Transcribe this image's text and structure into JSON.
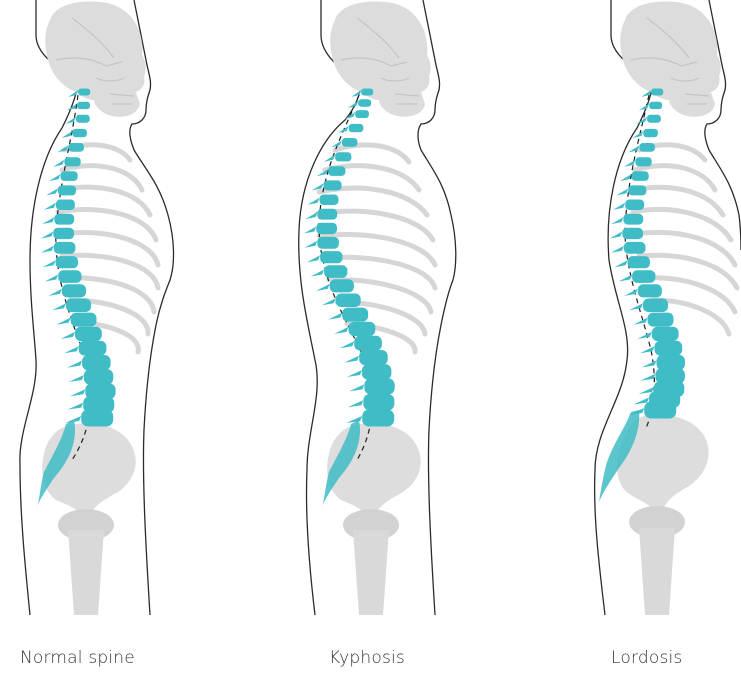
{
  "colors": {
    "background": "#ffffff",
    "outline": "#2b2b2b",
    "bone": "#d9d9d9",
    "bone_line": "#c8c8c8",
    "spine": "#3fbcc6",
    "spine_light": "#8fd6dc",
    "caption": "#333333"
  },
  "icons": [
    "human-profile-outline",
    "skull",
    "rib-cage",
    "pelvis",
    "femur",
    "spine-vertebrae"
  ],
  "figures": [
    {
      "caption": "Normal spine"
    },
    {
      "caption": "Kyphosis"
    },
    {
      "caption": "Lordosis"
    }
  ]
}
